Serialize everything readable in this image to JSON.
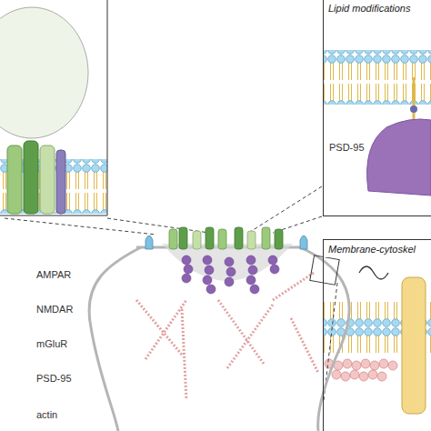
{
  "diagram": {
    "nodes": [
      {
        "text": [
          "Lipid modifications"
        ]
      },
      {
        "text": [
          "Membrane-cytoskel"
        ]
      }
    ],
    "labels": [
      "PSD-95",
      "AMPAR",
      "NMDAR",
      "mGluR",
      "PSD-95",
      "actin"
    ]
  }
}
